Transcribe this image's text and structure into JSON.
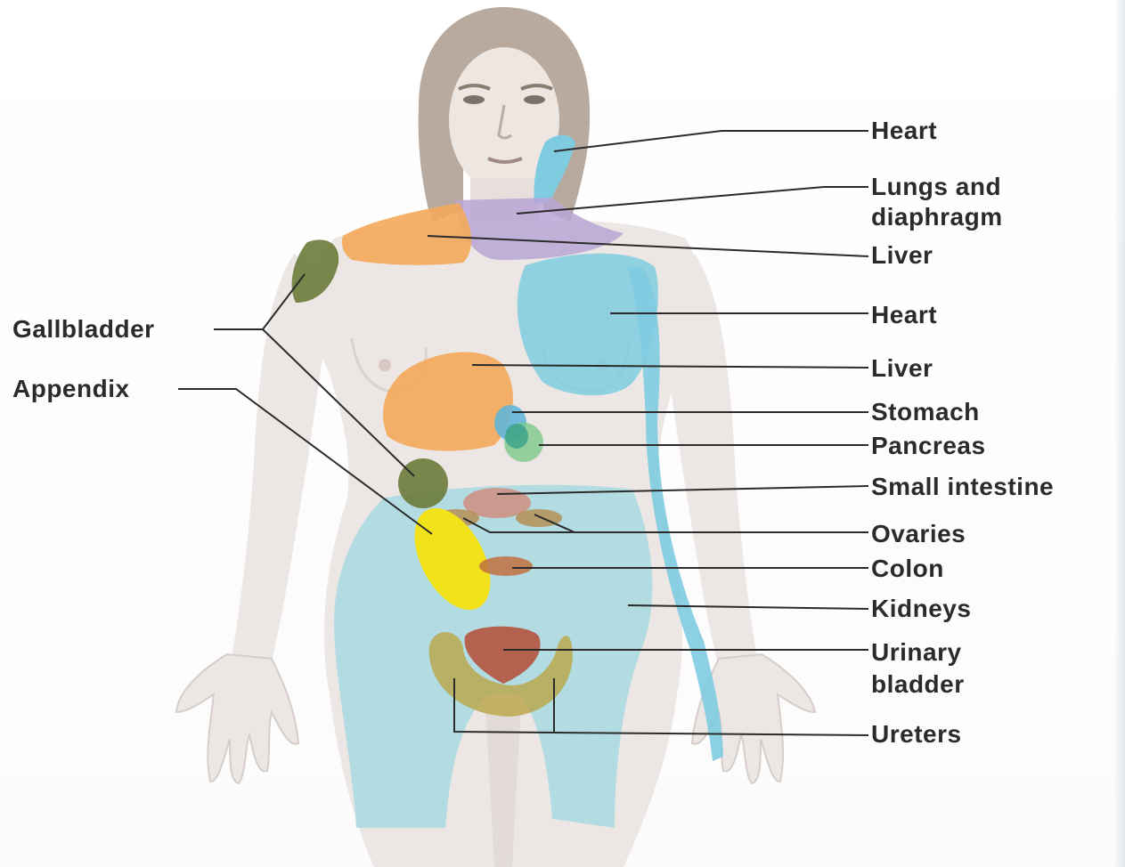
{
  "labels": {
    "heart_face": "Heart",
    "lungs_line1": "Lungs and",
    "lungs_line2": "diaphragm",
    "liver_shoulder": "Liver",
    "heart_chest": "Heart",
    "liver_abdomen": "Liver",
    "stomach": "Stomach",
    "pancreas": "Pancreas",
    "small_intestine": "Small intestine",
    "ovaries": "Ovaries",
    "colon": "Colon",
    "kidneys": "Kidneys",
    "bladder_line1": "Urinary",
    "bladder_line2": "bladder",
    "ureters": "Ureters",
    "gallbladder": "Gallbladder",
    "appendix": "Appendix"
  },
  "colors": {
    "skin": "#ece7e4",
    "skin_shadow": "#d9d2ce",
    "hair": "#b8aa9e",
    "heart": "#7fcbe0",
    "lungs_diaphragm": "#b9a6d6",
    "liver": "#f4a85a",
    "gallbladder": "#6b7a3a",
    "appendix": "#f2e21a",
    "stomach": "#63b6d8",
    "pancreas": "#7cc98a",
    "small_intestine": "#d18a7a",
    "ovaries": "#b58640",
    "colon": "#c0703e",
    "kidneys": "#9fd8e0",
    "urinary_bladder": "#b45a48",
    "ureters": "#b9a546",
    "leader_line": "#2b2b2b"
  }
}
